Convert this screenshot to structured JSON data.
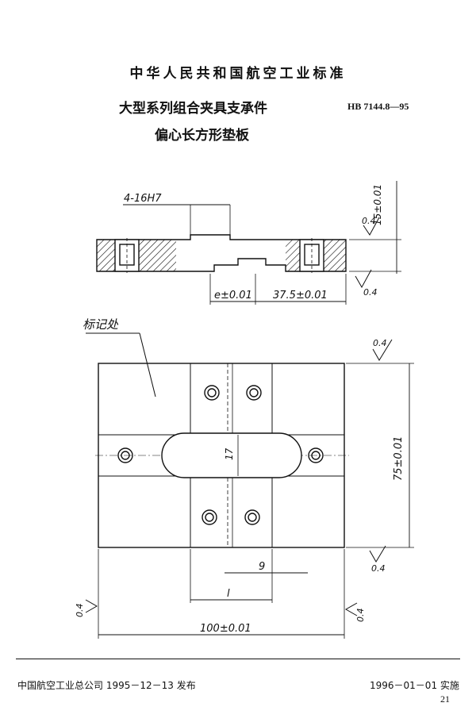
{
  "header": {
    "standard_name": "中华人民共和国航空工业标准",
    "title_line1": "大型系列组合夹具支承件",
    "title_line2": "偏心长方形垫板",
    "standard_code": "HB 7144.8—95"
  },
  "drawing": {
    "hole_spec": "4-16H7",
    "dim_height": "15±0.01",
    "dim_eccentric": "e±0.01",
    "dim_offset": "37.5±0.01",
    "dim_width": "75±0.01",
    "dim_length": "100±0.01",
    "dim_slot": "17",
    "dim_9": "9",
    "dim_l": "l",
    "roughness": [
      "0.4",
      "0.4",
      "0.4",
      "0.4",
      "0.4",
      "0.4"
    ],
    "marking_label": "标记处"
  },
  "footer": {
    "publisher": "中国航空工业总公司 1995－12－13 发布",
    "effective": "1996－01－01 实施",
    "page_number": "21"
  }
}
